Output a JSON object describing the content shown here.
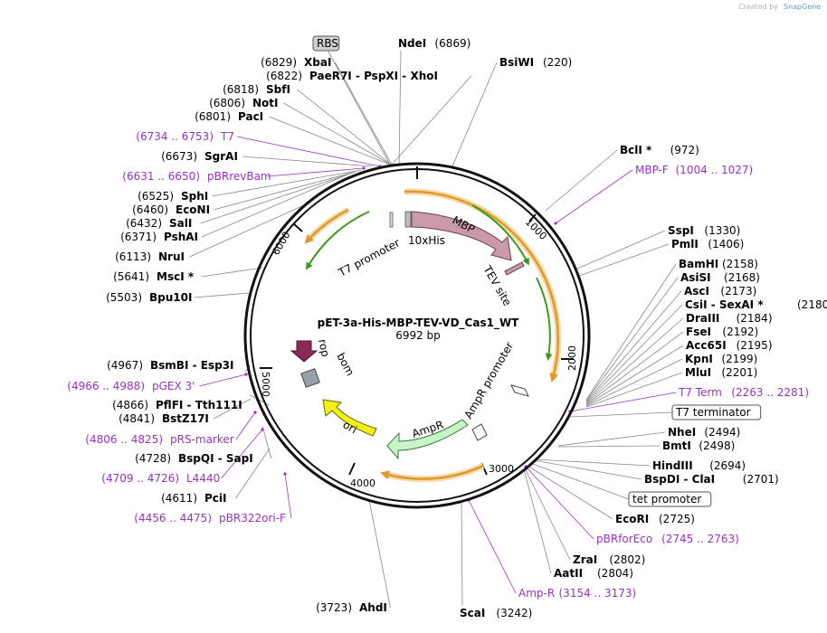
{
  "credit": {
    "created_by": "Created by",
    "brand": "SnapGene"
  },
  "plasmid": {
    "name": "pET-3a-His-MBP-TEV-VD_Cas1_WT",
    "length": "6992 bp"
  },
  "ticks": {
    "t1000": "1000",
    "t2000": "2000",
    "t3000": "3000",
    "t4000": "4000",
    "t5000": "5000",
    "t6000": "6000"
  },
  "features": {
    "his": "10xHis",
    "mbp": "MBP",
    "tev": "TEV site",
    "t7p": "T7 promoter",
    "ampr_p": "AmpR promoter",
    "ampr": "AmpR",
    "ori": "ori",
    "rop": "rop",
    "bom": "bom"
  },
  "sites": [
    {
      "id": "rbs",
      "name": "RBS",
      "kind": "box"
    },
    {
      "id": "ndei",
      "name": "NdeI",
      "pos": "(6869)",
      "kind": "enzyme"
    },
    {
      "id": "bsiwi",
      "name": "BsiWI",
      "pos": "(220)",
      "kind": "enzyme"
    },
    {
      "id": "xbai",
      "name": "XbaI",
      "pos": "(6829)",
      "kind": "enzyme"
    },
    {
      "id": "paer7i",
      "name": "PaeR7I  - PspXI  - XhoI",
      "pos": "(6822)",
      "kind": "enzyme"
    },
    {
      "id": "sbfi",
      "name": "SbfI",
      "pos": "(6818)",
      "kind": "enzyme"
    },
    {
      "id": "noti",
      "name": "NotI",
      "pos": "(6806)",
      "kind": "enzyme"
    },
    {
      "id": "paci",
      "name": "PacI",
      "pos": "(6801)",
      "kind": "enzyme"
    },
    {
      "id": "t7",
      "name": "T7",
      "pos": "(6734 .. 6753)",
      "kind": "primer"
    },
    {
      "id": "sgrai",
      "name": "SgrAI",
      "pos": "(6673)",
      "kind": "enzyme"
    },
    {
      "id": "pbrrevbam",
      "name": "pBRrevBam",
      "pos": "(6631 .. 6650)",
      "kind": "primer"
    },
    {
      "id": "sphi",
      "name": "SphI",
      "pos": "(6525)",
      "kind": "enzyme"
    },
    {
      "id": "econi",
      "name": "EcoNI",
      "pos": "(6460)",
      "kind": "enzyme"
    },
    {
      "id": "sali",
      "name": "SalI",
      "pos": "(6432)",
      "kind": "enzyme"
    },
    {
      "id": "pshai",
      "name": "PshAI",
      "pos": "(6371)",
      "kind": "enzyme"
    },
    {
      "id": "nrui",
      "name": "NruI",
      "pos": "(6113)",
      "kind": "enzyme"
    },
    {
      "id": "msci",
      "name": "MscI *",
      "pos": "(5641)",
      "kind": "enzyme"
    },
    {
      "id": "bpu10i",
      "name": "Bpu10I",
      "pos": "(5503)",
      "kind": "enzyme"
    },
    {
      "id": "bsmbi",
      "name": "BsmBI  - Esp3I",
      "pos": "(4967)",
      "kind": "enzyme"
    },
    {
      "id": "pgex3",
      "name": "pGEX 3'",
      "pos": "(4966 .. 4988)",
      "kind": "primer"
    },
    {
      "id": "pflfi",
      "name": "PflFI  - Tth111I",
      "pos": "(4866)",
      "kind": "enzyme"
    },
    {
      "id": "bstz17i",
      "name": "BstZ17I",
      "pos": "(4841)",
      "kind": "enzyme"
    },
    {
      "id": "prsmarker",
      "name": "pRS-marker",
      "pos": "(4806 .. 4825)",
      "kind": "primer"
    },
    {
      "id": "bspqi",
      "name": "BspQI  - SapI",
      "pos": "(4728)",
      "kind": "enzyme"
    },
    {
      "id": "l4440",
      "name": "L4440",
      "pos": "(4709 .. 4726)",
      "kind": "primer"
    },
    {
      "id": "pcii",
      "name": "PciI",
      "pos": "(4611)",
      "kind": "enzyme"
    },
    {
      "id": "pbr322ori",
      "name": "pBR322ori-F",
      "pos": "(4456 .. 4475)",
      "kind": "primer"
    },
    {
      "id": "ahdi",
      "name": "AhdI",
      "pos": "(3723)",
      "kind": "enzyme"
    },
    {
      "id": "scai",
      "name": "ScaI",
      "pos": "(3242)",
      "kind": "enzyme"
    },
    {
      "id": "ampr_primer",
      "name": "Amp-R",
      "pos": "(3154 .. 3173)",
      "kind": "primer"
    },
    {
      "id": "aatii",
      "name": "AatII",
      "pos": "(2804)",
      "kind": "enzyme"
    },
    {
      "id": "zrai",
      "name": "ZraI",
      "pos": "(2802)",
      "kind": "enzyme"
    },
    {
      "id": "pbrforeco",
      "name": "pBRforEco",
      "pos": "(2745 .. 2763)",
      "kind": "primer"
    },
    {
      "id": "ecori",
      "name": "EcoRI",
      "pos": "(2725)",
      "kind": "enzyme"
    },
    {
      "id": "tetprom",
      "name": "tet promoter",
      "kind": "box"
    },
    {
      "id": "bspdi",
      "name": "BspDI  - ClaI",
      "pos": "(2701)",
      "kind": "enzyme"
    },
    {
      "id": "hindiii",
      "name": "HindIII",
      "pos": "(2694)",
      "kind": "enzyme"
    },
    {
      "id": "bmti",
      "name": "BmtI",
      "pos": "(2498)",
      "kind": "enzyme"
    },
    {
      "id": "nhei",
      "name": "NheI",
      "pos": "(2494)",
      "kind": "enzyme"
    },
    {
      "id": "t7term_box",
      "name": "T7 terminator",
      "kind": "box"
    },
    {
      "id": "t7term",
      "name": "T7 Term",
      "pos": "(2263 .. 2281)",
      "kind": "primer"
    },
    {
      "id": "mlui",
      "name": "MluI",
      "pos": "(2201)",
      "kind": "enzyme"
    },
    {
      "id": "kpni",
      "name": "KpnI",
      "pos": "(2199)",
      "kind": "enzyme"
    },
    {
      "id": "acc65i",
      "name": "Acc65I",
      "pos": "(2195)",
      "kind": "enzyme"
    },
    {
      "id": "fsei",
      "name": "FseI",
      "pos": "(2192)",
      "kind": "enzyme"
    },
    {
      "id": "draiii",
      "name": "DraIII",
      "pos": "(2184)",
      "kind": "enzyme"
    },
    {
      "id": "csii",
      "name": "CsiI  - SexAI *",
      "pos": "(2180)",
      "kind": "enzyme"
    },
    {
      "id": "asci",
      "name": "AscI",
      "pos": "(2173)",
      "kind": "enzyme"
    },
    {
      "id": "asisi",
      "name": "AsiSI",
      "pos": "(2168)",
      "kind": "enzyme"
    },
    {
      "id": "bamhi",
      "name": "BamHI",
      "pos": "(2158)",
      "kind": "enzyme"
    },
    {
      "id": "pmli",
      "name": "PmlI",
      "pos": "(1406)",
      "kind": "enzyme"
    },
    {
      "id": "sspi",
      "name": "SspI",
      "pos": "(1330)",
      "kind": "enzyme"
    },
    {
      "id": "mbpf",
      "name": "MBP-F",
      "pos": "(1004 .. 1027)",
      "kind": "primer"
    },
    {
      "id": "bcli",
      "name": "BclI *",
      "pos": "(972)",
      "kind": "enzyme"
    }
  ]
}
